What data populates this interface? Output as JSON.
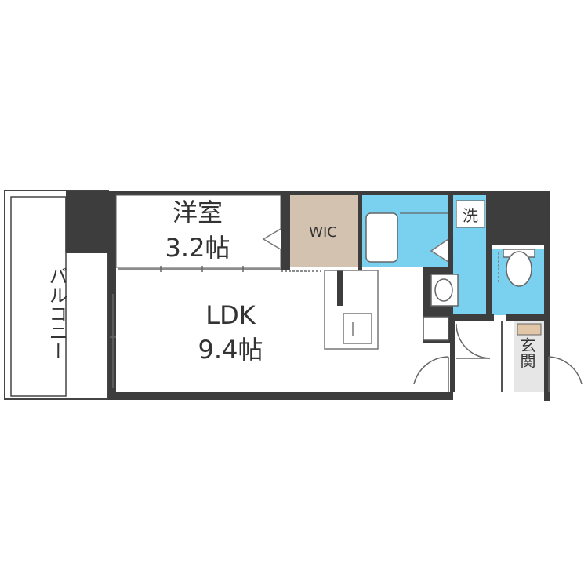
{
  "rooms": {
    "western_room": {
      "name": "洋室",
      "size": "3.2帖"
    },
    "ldk": {
      "name": "LDK",
      "size": "9.4帖"
    },
    "wic": {
      "name": "WIC"
    },
    "balcony": {
      "name": "バルコニー"
    },
    "laundry": {
      "name": "洗"
    },
    "entrance": {
      "name": "玄関"
    }
  },
  "colors": {
    "wall": "#3d3d3d",
    "floor": "#ffffff",
    "wic": "#d3c2b0",
    "wet_area": "#79d1ef",
    "balcony": "#ffffff",
    "outline": "#333333"
  }
}
